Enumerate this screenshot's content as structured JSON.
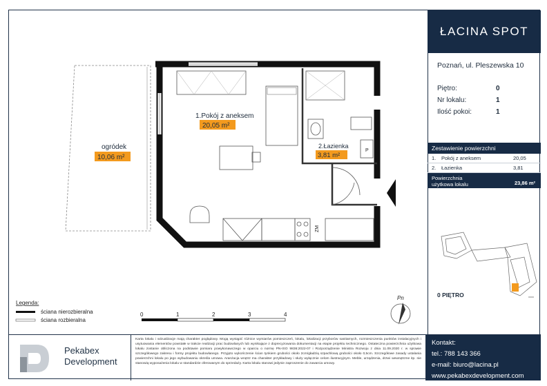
{
  "brand": "ŁACINA SPOT",
  "address": "Poznań, ul. Pleszewska 10",
  "info": [
    {
      "label": "Piętro:",
      "value": "0"
    },
    {
      "label": "Nr lokalu:",
      "value": "1"
    },
    {
      "label": "Ilość pokoi:",
      "value": "1"
    }
  ],
  "areas": {
    "header": "Zestawienie powierzchni",
    "rows": [
      {
        "no": "1.",
        "label": "Pokój z aneksem",
        "area": "20,05"
      },
      {
        "no": "2.",
        "label": "Łazienka",
        "area": "3,81"
      }
    ],
    "total_label_1": "Powierzchnia",
    "total_label_2": "użytkowa lokalu",
    "total_value": "23,86 m²"
  },
  "floor_label": "0 PIĘTRO",
  "rooms": {
    "room1_name": "1.Pokój z aneksem",
    "room1_area": "20,05 m²",
    "room2_name": "2.Łazienka",
    "room2_area": "3,81 m²",
    "garden_name": "ogródek",
    "garden_area": "10,06 m²",
    "mark_p": "P",
    "mark_zm": "ZM"
  },
  "north": "Pn",
  "legend": {
    "title": "Legenda:",
    "item1": "ściana nierozbieralna",
    "item2": "ściana rozbieralna"
  },
  "scale": [
    "0",
    "1",
    "2",
    "3",
    "4"
  ],
  "company": {
    "line1": "Pekabex",
    "line2": "Development"
  },
  "disclaimer": "Karta lokalu i wizualizacje mają charakter poglądowy. Mogą wystąpić różnice wymiarów pomieszczeń, lokalu, lokalizacji przyborów sanitarnych, rozmieszczenia punktów instalacyjnych i usytuowania elementów powstałe w trakcie realizacji prac budowlanych lub wynikające z doprecyzowania dokumentacji na etapie projektu technicznego. Ostateczna powierzchnia użytkowa lokalu zostanie obliczona na podstawie pomiaru powykonawczego w oparciu o normę PN-ISO 9836:2022-07 i Rozporządzenie Ministra Rozwoju z dnia 11.09.2020 r. w sprawie szczegółowego zakresu i formy projektu budowlanego. Przyjęto wykończenie ścian tynkiem grubości około 2cm/gładzią szpachlową grubości około 0,5cm. Szczegółowe zasady ustalania powierzchni lokalu po jego wybudowaniu określa umowa. Aranżacja wnętrz ma charakter przykładowy i służy wyłącznie celom ilustracyjnym. Meble, urządzenia, drzwi wewnętrzne itp. nie stanowią wyposażenia lokalu w standardzie oferowanym do sprzedaży. Karta lokalu stanowi jedynie zaproszenie do zawarcia umowy.",
  "contact": {
    "title": "Kontakt:",
    "tel": "tel.: 788 143 366",
    "email": "e-mail: biuro@lacina.pl",
    "web": "www.pekabexdevelopment.com"
  },
  "colors": {
    "navy": "#172b45",
    "orange": "#f39a1e"
  }
}
